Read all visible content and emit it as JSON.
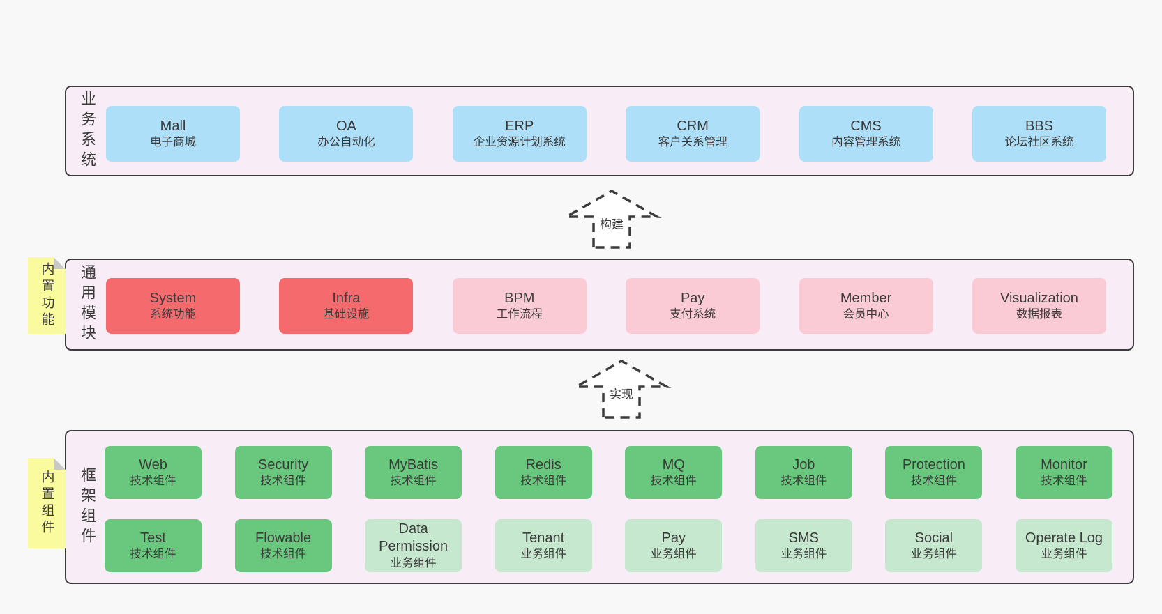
{
  "colors": {
    "page_bg": "#f8f8f8",
    "panel_bg": "#f8edf6",
    "panel_border": "#3c3c3c",
    "blue": "#addff8",
    "red": "#f56a6c",
    "pink": "#fbcbd5",
    "green": "#69c87d",
    "lightgreen": "#c5e8ce",
    "yellow": "#fafa9e",
    "fold": "#c8c8c8",
    "text": "#3b3b3b"
  },
  "arrows": [
    {
      "label": "构建"
    },
    {
      "label": "实现"
    }
  ],
  "sections": {
    "business": {
      "side_label": "业务系统",
      "rows": [
        [
          {
            "name": "Mall",
            "desc": "电子商城",
            "variant": "blue"
          },
          {
            "name": "OA",
            "desc": "办公自动化",
            "variant": "blue"
          },
          {
            "name": "ERP",
            "desc": "企业资源计划系统",
            "variant": "blue"
          },
          {
            "name": "CRM",
            "desc": "客户关系管理",
            "variant": "blue"
          },
          {
            "name": "CMS",
            "desc": "内容管理系统",
            "variant": "blue"
          },
          {
            "name": "BBS",
            "desc": "论坛社区系统",
            "variant": "blue"
          }
        ]
      ]
    },
    "common": {
      "side_label": "通用模块",
      "sticky": "内置功能",
      "rows": [
        [
          {
            "name": "System",
            "desc": "系统功能",
            "variant": "red"
          },
          {
            "name": "Infra",
            "desc": "基础设施",
            "variant": "red"
          },
          {
            "name": "BPM",
            "desc": "工作流程",
            "variant": "pink"
          },
          {
            "name": "Pay",
            "desc": "支付系统",
            "variant": "pink"
          },
          {
            "name": "Member",
            "desc": "会员中心",
            "variant": "pink"
          },
          {
            "name": "Visualization",
            "desc": "数据报表",
            "variant": "pink"
          }
        ]
      ]
    },
    "framework": {
      "side_label": "框架组件",
      "sticky": "内置组件",
      "rows": [
        [
          {
            "name": "Web",
            "desc": "技术组件",
            "variant": "green"
          },
          {
            "name": "Security",
            "desc": "技术组件",
            "variant": "green"
          },
          {
            "name": "MyBatis",
            "desc": "技术组件",
            "variant": "green"
          },
          {
            "name": "Redis",
            "desc": "技术组件",
            "variant": "green"
          },
          {
            "name": "MQ",
            "desc": "技术组件",
            "variant": "green"
          },
          {
            "name": "Job",
            "desc": "技术组件",
            "variant": "green"
          },
          {
            "name": "Protection",
            "desc": "技术组件",
            "variant": "green"
          },
          {
            "name": "Monitor",
            "desc": "技术组件",
            "variant": "green"
          }
        ],
        [
          {
            "name": "Test",
            "desc": "技术组件",
            "variant": "green"
          },
          {
            "name": "Flowable",
            "desc": "技术组件",
            "variant": "green"
          },
          {
            "name": "Data Permission",
            "desc": "业务组件",
            "variant": "lightgreen"
          },
          {
            "name": "Tenant",
            "desc": "业务组件",
            "variant": "lightgreen"
          },
          {
            "name": "Pay",
            "desc": "业务组件",
            "variant": "lightgreen"
          },
          {
            "name": "SMS",
            "desc": "业务组件",
            "variant": "lightgreen"
          },
          {
            "name": "Social",
            "desc": "业务组件",
            "variant": "lightgreen"
          },
          {
            "name": "Operate Log",
            "desc": "业务组件",
            "variant": "lightgreen"
          }
        ]
      ]
    }
  }
}
